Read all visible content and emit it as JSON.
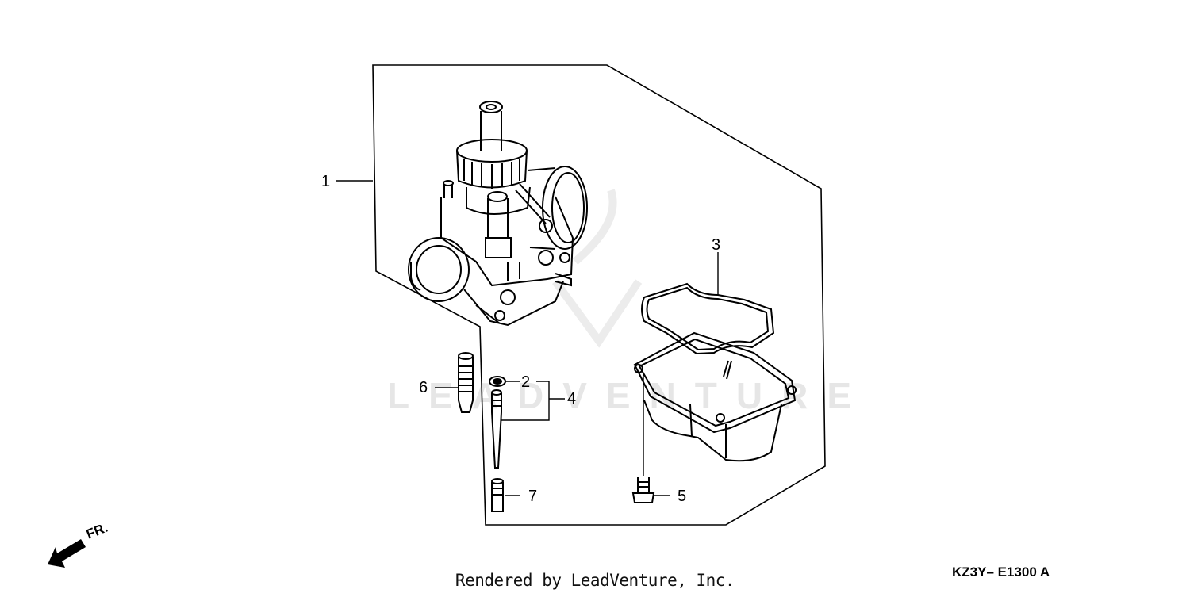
{
  "diagram": {
    "callouts": [
      {
        "id": "1",
        "text": "1"
      },
      {
        "id": "2",
        "text": "2"
      },
      {
        "id": "3",
        "text": "3"
      },
      {
        "id": "4",
        "text": "4"
      },
      {
        "id": "5",
        "text": "5"
      },
      {
        "id": "6",
        "text": "6"
      },
      {
        "id": "7",
        "text": "7"
      }
    ],
    "front_label": "FR.",
    "diagram_code": "KZ3Y– E1300 A",
    "footer_credit": "Rendered by LeadVenture, Inc.",
    "watermark": "LEADVENTURE",
    "line_color": "#000000",
    "watermark_color": "#e6e6e6"
  }
}
